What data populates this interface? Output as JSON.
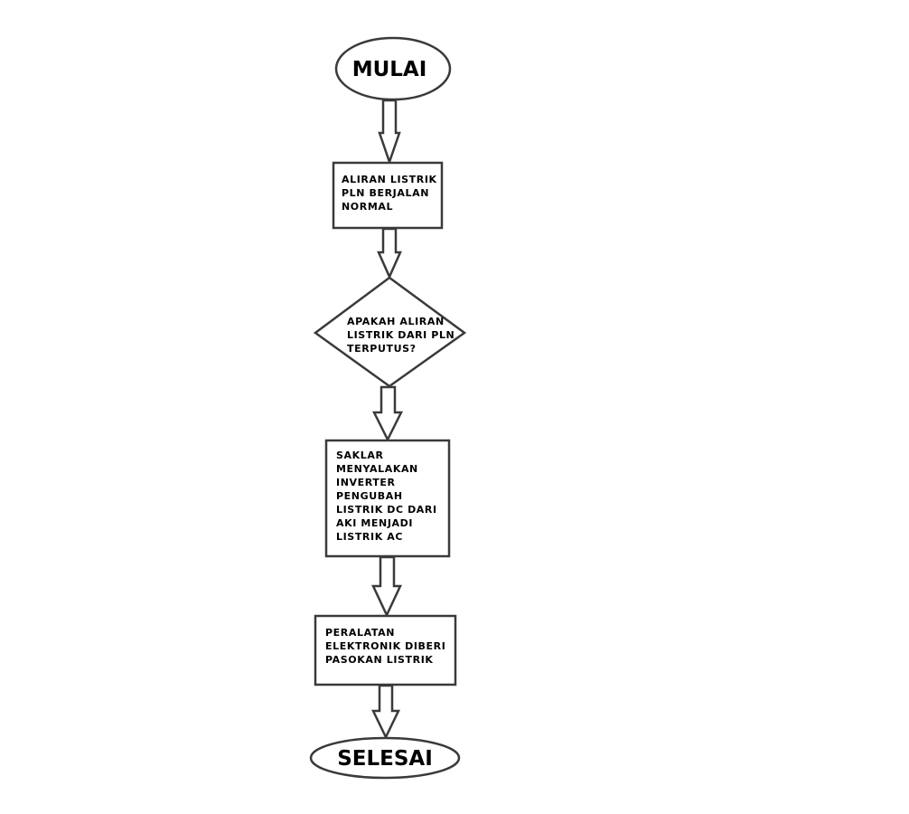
{
  "diagram": {
    "start": {
      "label": "MULAI"
    },
    "step1": {
      "lines": [
        "ALIRAN LISTRIK",
        "PLN BERJALAN",
        "NORMAL"
      ]
    },
    "decision": {
      "lines": [
        "APAKAH ALIRAN",
        "LISTRIK DARI PLN",
        "TERPUTUS?"
      ]
    },
    "step2": {
      "lines": [
        "SAKLAR",
        "MENYALAKAN",
        "INVERTER",
        "PENGUBAH",
        "LISTRIK DC DARI",
        "AKI MENJADI",
        "LISTRIK AC"
      ]
    },
    "step3": {
      "lines": [
        "PERALATAN",
        "ELEKTRONIK DIBERI",
        "PASOKAN LISTRIK"
      ]
    },
    "end": {
      "label": "SELESAI"
    }
  }
}
